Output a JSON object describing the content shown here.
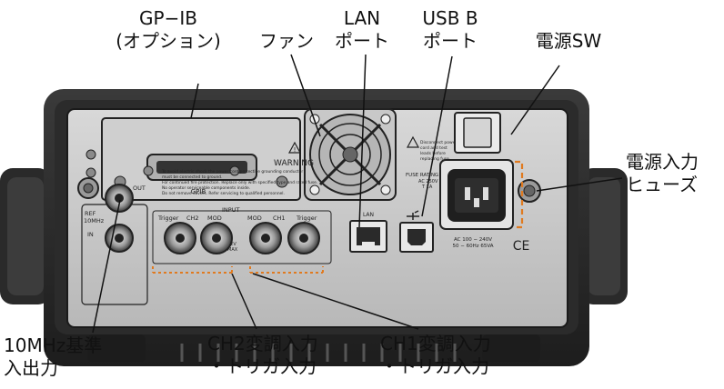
{
  "callouts": {
    "gpib": "GP−IB\n(オプション)",
    "fan": "ファン",
    "lan": "LAN\nポート",
    "usb": "USB B\nポート",
    "power_sw": "電源SW",
    "power_in": "電源入力\nヒューズ",
    "ref_io": "10MHz基準\n入出力",
    "ch2_mod": "CH2変調入力\n・トリガ入力",
    "ch1_mod": "CH1変調入力\n・トリガ入力"
  },
  "panel": {
    "gpib_label": "GPIB",
    "warning": "WARNING",
    "warning_text": [
      "To avoid electric shock the power cord protective grounding conductor",
      "must be connected to ground.",
      "For continued fire protection. Replace only with specified type and rated fuse.",
      "No operator serviceable components inside.",
      "Do not remove covers. Refer servicing to qualified personnel."
    ],
    "disconnect_text": [
      "Disconnect power",
      "cord and test",
      "leads before",
      "replacing fuse"
    ],
    "fuse_rating": [
      "FUSE RATING",
      "AC 250V",
      "T 1A"
    ],
    "ac_rating": [
      "AC 100 − 240V",
      "50 − 60Hz  65VA"
    ],
    "ce_mark": "CE",
    "ref_label": [
      "REF",
      "10MHz"
    ],
    "out_label": "OUT",
    "in_label": "IN",
    "trigger_left": "Trigger",
    "ch2_label": "CH2",
    "mod_left": "MOD",
    "input_label": "INPUT",
    "mod_right": "MOD",
    "ch1_label": "CH1",
    "trigger_right": "Trigger",
    "lan_label": "LAN",
    "max_label": [
      "42V",
      "MAX"
    ]
  }
}
